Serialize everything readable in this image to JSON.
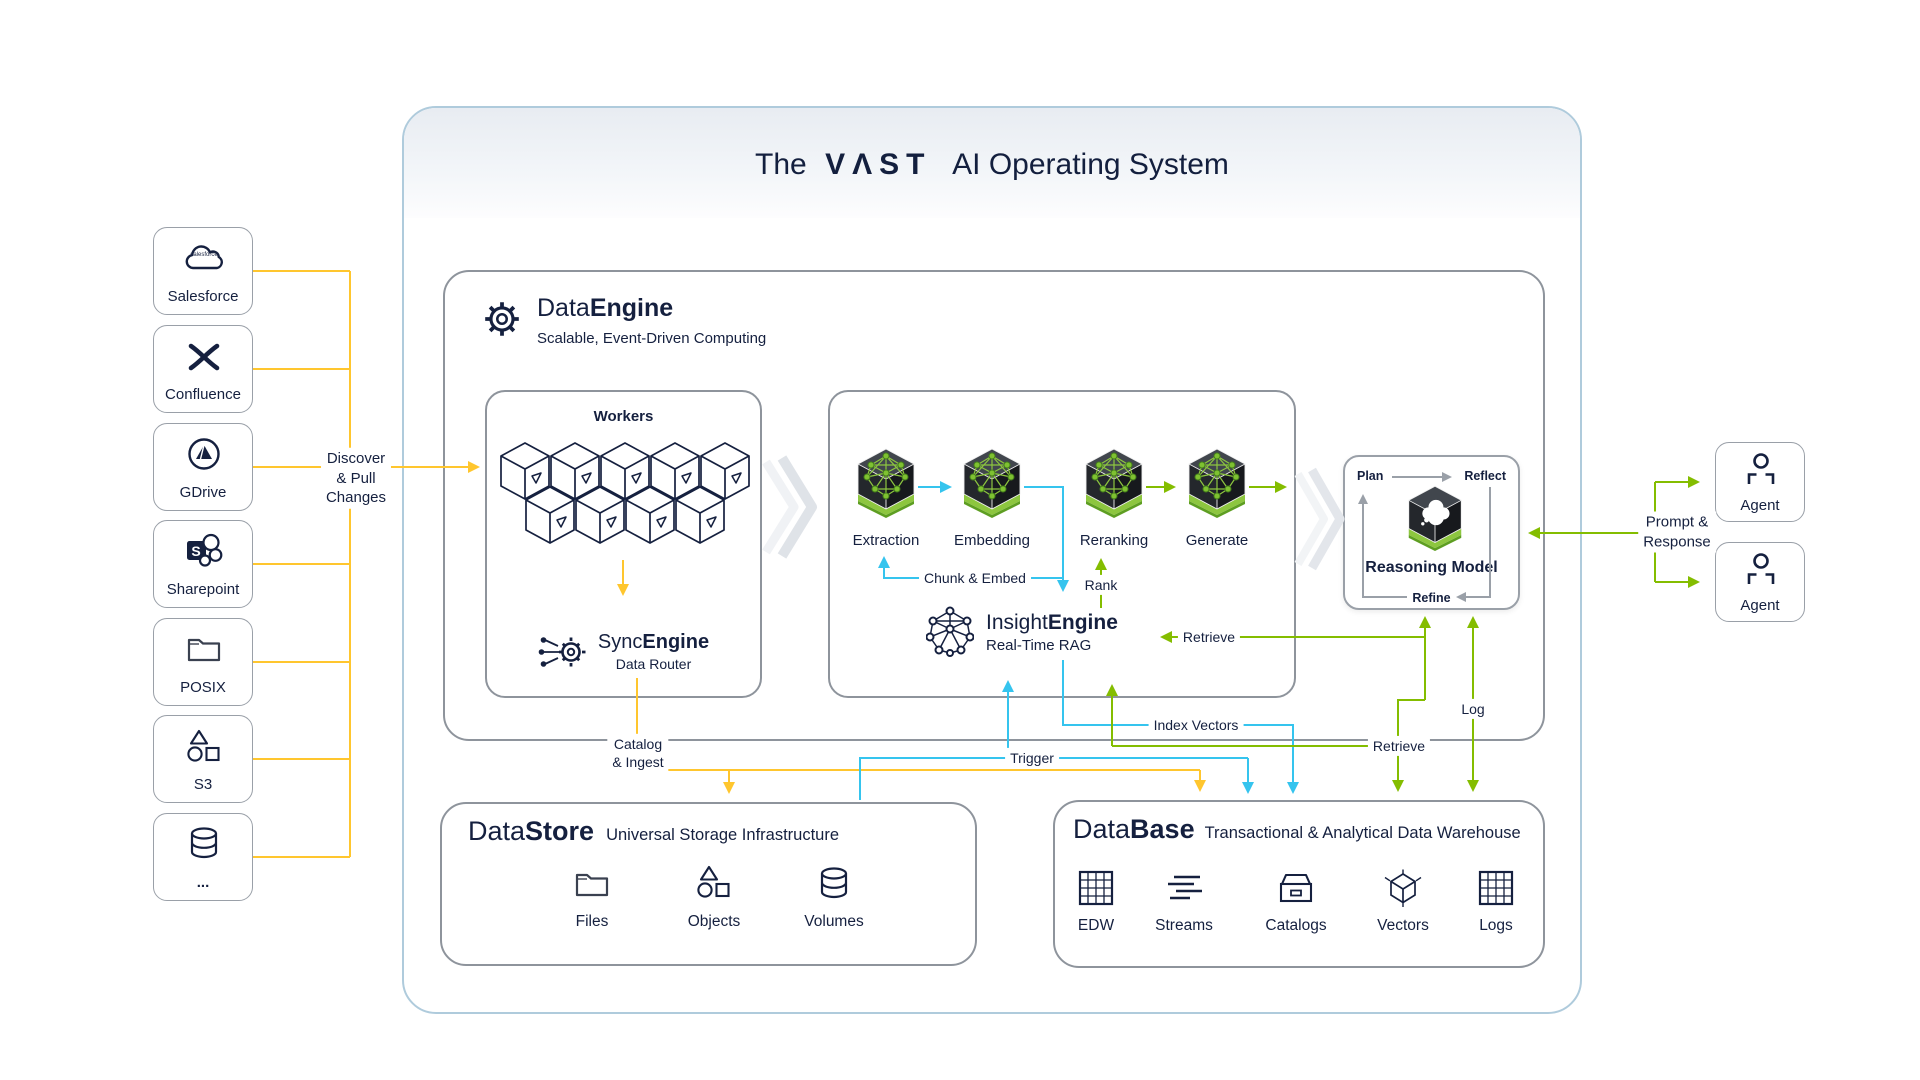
{
  "title": {
    "prefix": "The",
    "brand": "VΛST",
    "suffix": "AI Operating System"
  },
  "sources": {
    "flow_label": "Discover\n& Pull\nChanges",
    "salesforce_icon_text": "salesforce",
    "items": [
      {
        "label": "Salesforce"
      },
      {
        "label": "Confluence"
      },
      {
        "label": "GDrive"
      },
      {
        "label": "Sharepoint"
      },
      {
        "label": "POSIX"
      },
      {
        "label": "S3"
      },
      {
        "label": "..."
      }
    ]
  },
  "data_engine": {
    "name_a": "Data",
    "name_b": "Engine",
    "subtitle": "Scalable, Event-Driven Computing",
    "workers": {
      "title": "Workers",
      "sync_a": "Sync",
      "sync_b": "Engine",
      "sync_subtitle": "Data Router"
    },
    "pipeline": {
      "steps": [
        {
          "label": "Extraction"
        },
        {
          "label": "Embedding"
        },
        {
          "label": "Reranking"
        },
        {
          "label": "Generate"
        }
      ],
      "chunk_embed": "Chunk & Embed",
      "rank": "Rank",
      "insight_a": "Insight",
      "insight_b": "Engine",
      "insight_subtitle": "Real-Time RAG",
      "retrieve": "Retrieve"
    }
  },
  "reasoning": {
    "title": "Reasoning Model",
    "plan": "Plan",
    "reflect": "Reflect",
    "refine": "Refine"
  },
  "agents": {
    "flow_label": "Prompt &\nResponse",
    "items": [
      {
        "label": "Agent"
      },
      {
        "label": "Agent"
      }
    ]
  },
  "flows": {
    "catalog_ingest": "Catalog\n& Ingest",
    "trigger": "Trigger",
    "index_vectors": "Index Vectors",
    "retrieve": "Retrieve",
    "log": "Log"
  },
  "data_store": {
    "name_a": "Data",
    "name_b": "Store",
    "subtitle": "Universal Storage Infrastructure",
    "items": [
      {
        "label": "Files"
      },
      {
        "label": "Objects"
      },
      {
        "label": "Volumes"
      }
    ]
  },
  "database": {
    "name_a": "Data",
    "name_b": "Base",
    "subtitle": "Transactional & Analytical Data Warehouse",
    "items": [
      {
        "label": "EDW"
      },
      {
        "label": "Streams"
      },
      {
        "label": "Catalogs"
      },
      {
        "label": "Vectors"
      },
      {
        "label": "Logs"
      }
    ]
  },
  "colors": {
    "yellow": "#FFC62E",
    "cyan": "#35C4EE",
    "green": "#84BD00",
    "navy": "#15203F"
  }
}
